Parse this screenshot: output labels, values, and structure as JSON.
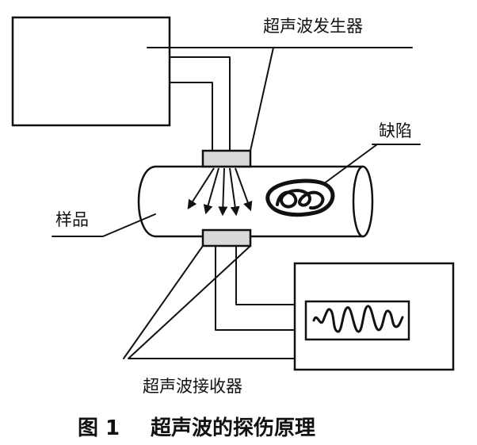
{
  "labels": {
    "generator": "超声波发生器",
    "defect": "缺陷",
    "sample": "样品",
    "receiver": "超声波接收器"
  },
  "caption": {
    "number": "图 1",
    "title": "超声波的探伤原理"
  },
  "colors": {
    "ink": "#111111",
    "transducer_fill": "#d9d9d9",
    "background": "#ffffff"
  }
}
